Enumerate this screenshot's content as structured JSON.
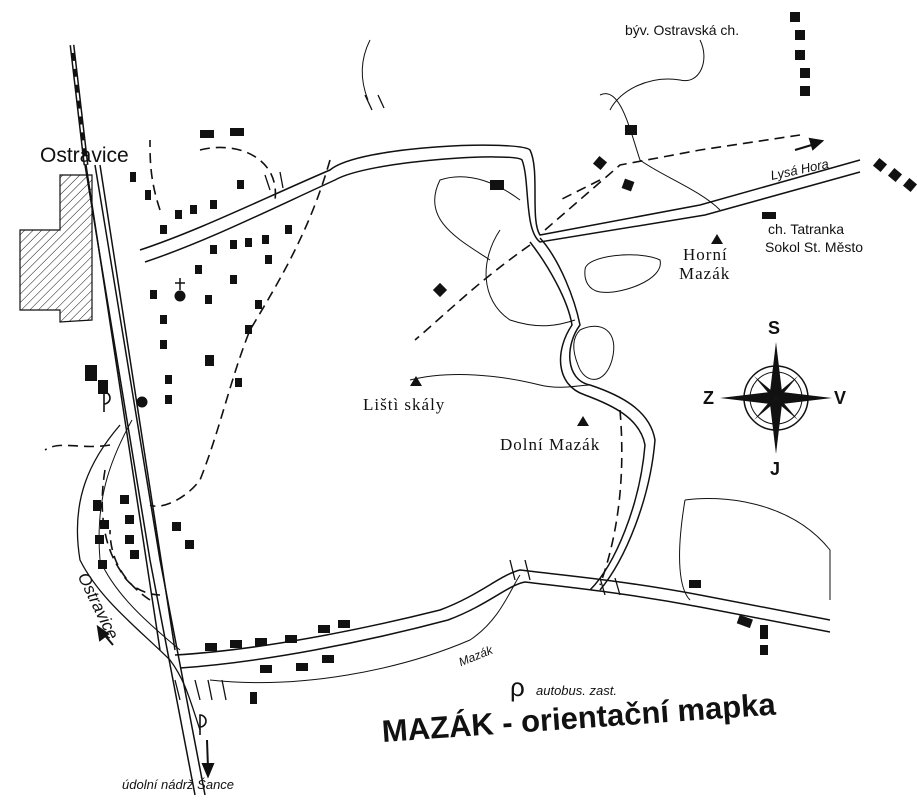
{
  "map": {
    "title": "MAZÁK - orientační mapka",
    "places": {
      "ostravice_village": "Ostravice",
      "byv_ostravska": "býv. Ostravská ch.",
      "lysa_hora": "Lysá Hora",
      "ch_tatranka": "ch. Tatranka",
      "sokol": "Sokol St. Město",
      "horni_mazak_1": "Horní",
      "horni_mazak_2": "Mazák",
      "listi_skaly": "Lištì skály",
      "dolni_mazak": "Dolní Mazák",
      "river_ostravice": "Ostravice",
      "stream_mazak": "Mazák",
      "udolni_nadrz": "údolní nádrž Šance"
    },
    "legend": {
      "symbol": "ρ",
      "text": "autobus. zast."
    },
    "compass": {
      "north": "S",
      "south": "J",
      "west": "Z",
      "east": "V"
    },
    "colors": {
      "ink": "#111111",
      "paper": "#ffffff"
    }
  }
}
